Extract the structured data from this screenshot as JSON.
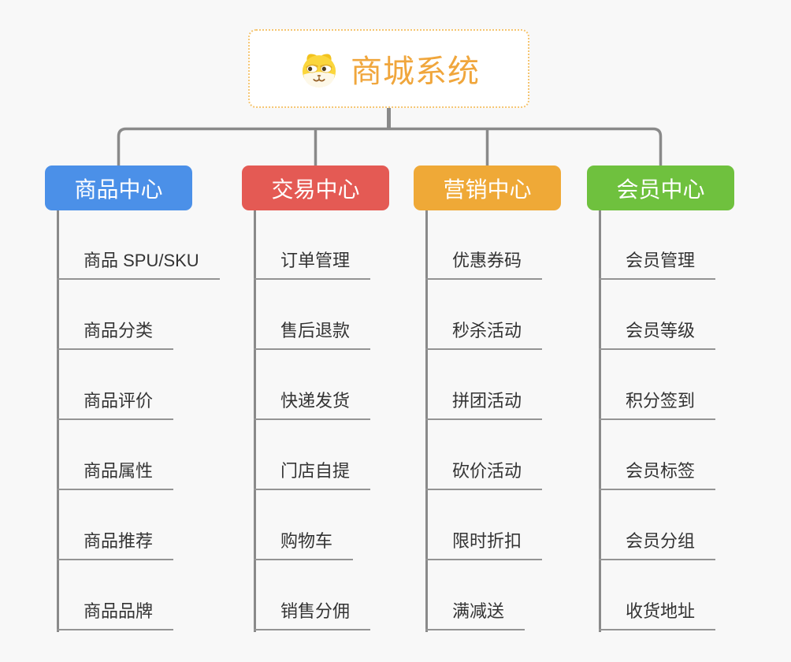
{
  "root": {
    "title": "商城系统",
    "icon": "dog-mascot-icon",
    "title_color": "#f0a63c",
    "border_color": "#f5c571"
  },
  "branches": [
    {
      "label": "商品中心",
      "color": "#4b90e8",
      "items": [
        "商品 SPU/SKU",
        "商品分类",
        "商品评价",
        "商品属性",
        "商品推荐",
        "商品品牌"
      ]
    },
    {
      "label": "交易中心",
      "color": "#e45a54",
      "items": [
        "订单管理",
        "售后退款",
        "快递发货",
        "门店自提",
        "购物车",
        "销售分佣"
      ]
    },
    {
      "label": "营销中心",
      "color": "#efa937",
      "items": [
        "优惠券码",
        "秒杀活动",
        "拼团活动",
        "砍价活动",
        "限时折扣",
        "满减送"
      ]
    },
    {
      "label": "会员中心",
      "color": "#6fc13e",
      "items": [
        "会员管理",
        "会员等级",
        "积分签到",
        "会员标签",
        "会员分组",
        "收货地址"
      ]
    }
  ],
  "colors": {
    "connector": "#8a8a8a",
    "underline": "#949494",
    "leaf_text": "#333333",
    "background": "#f8f8f8"
  }
}
